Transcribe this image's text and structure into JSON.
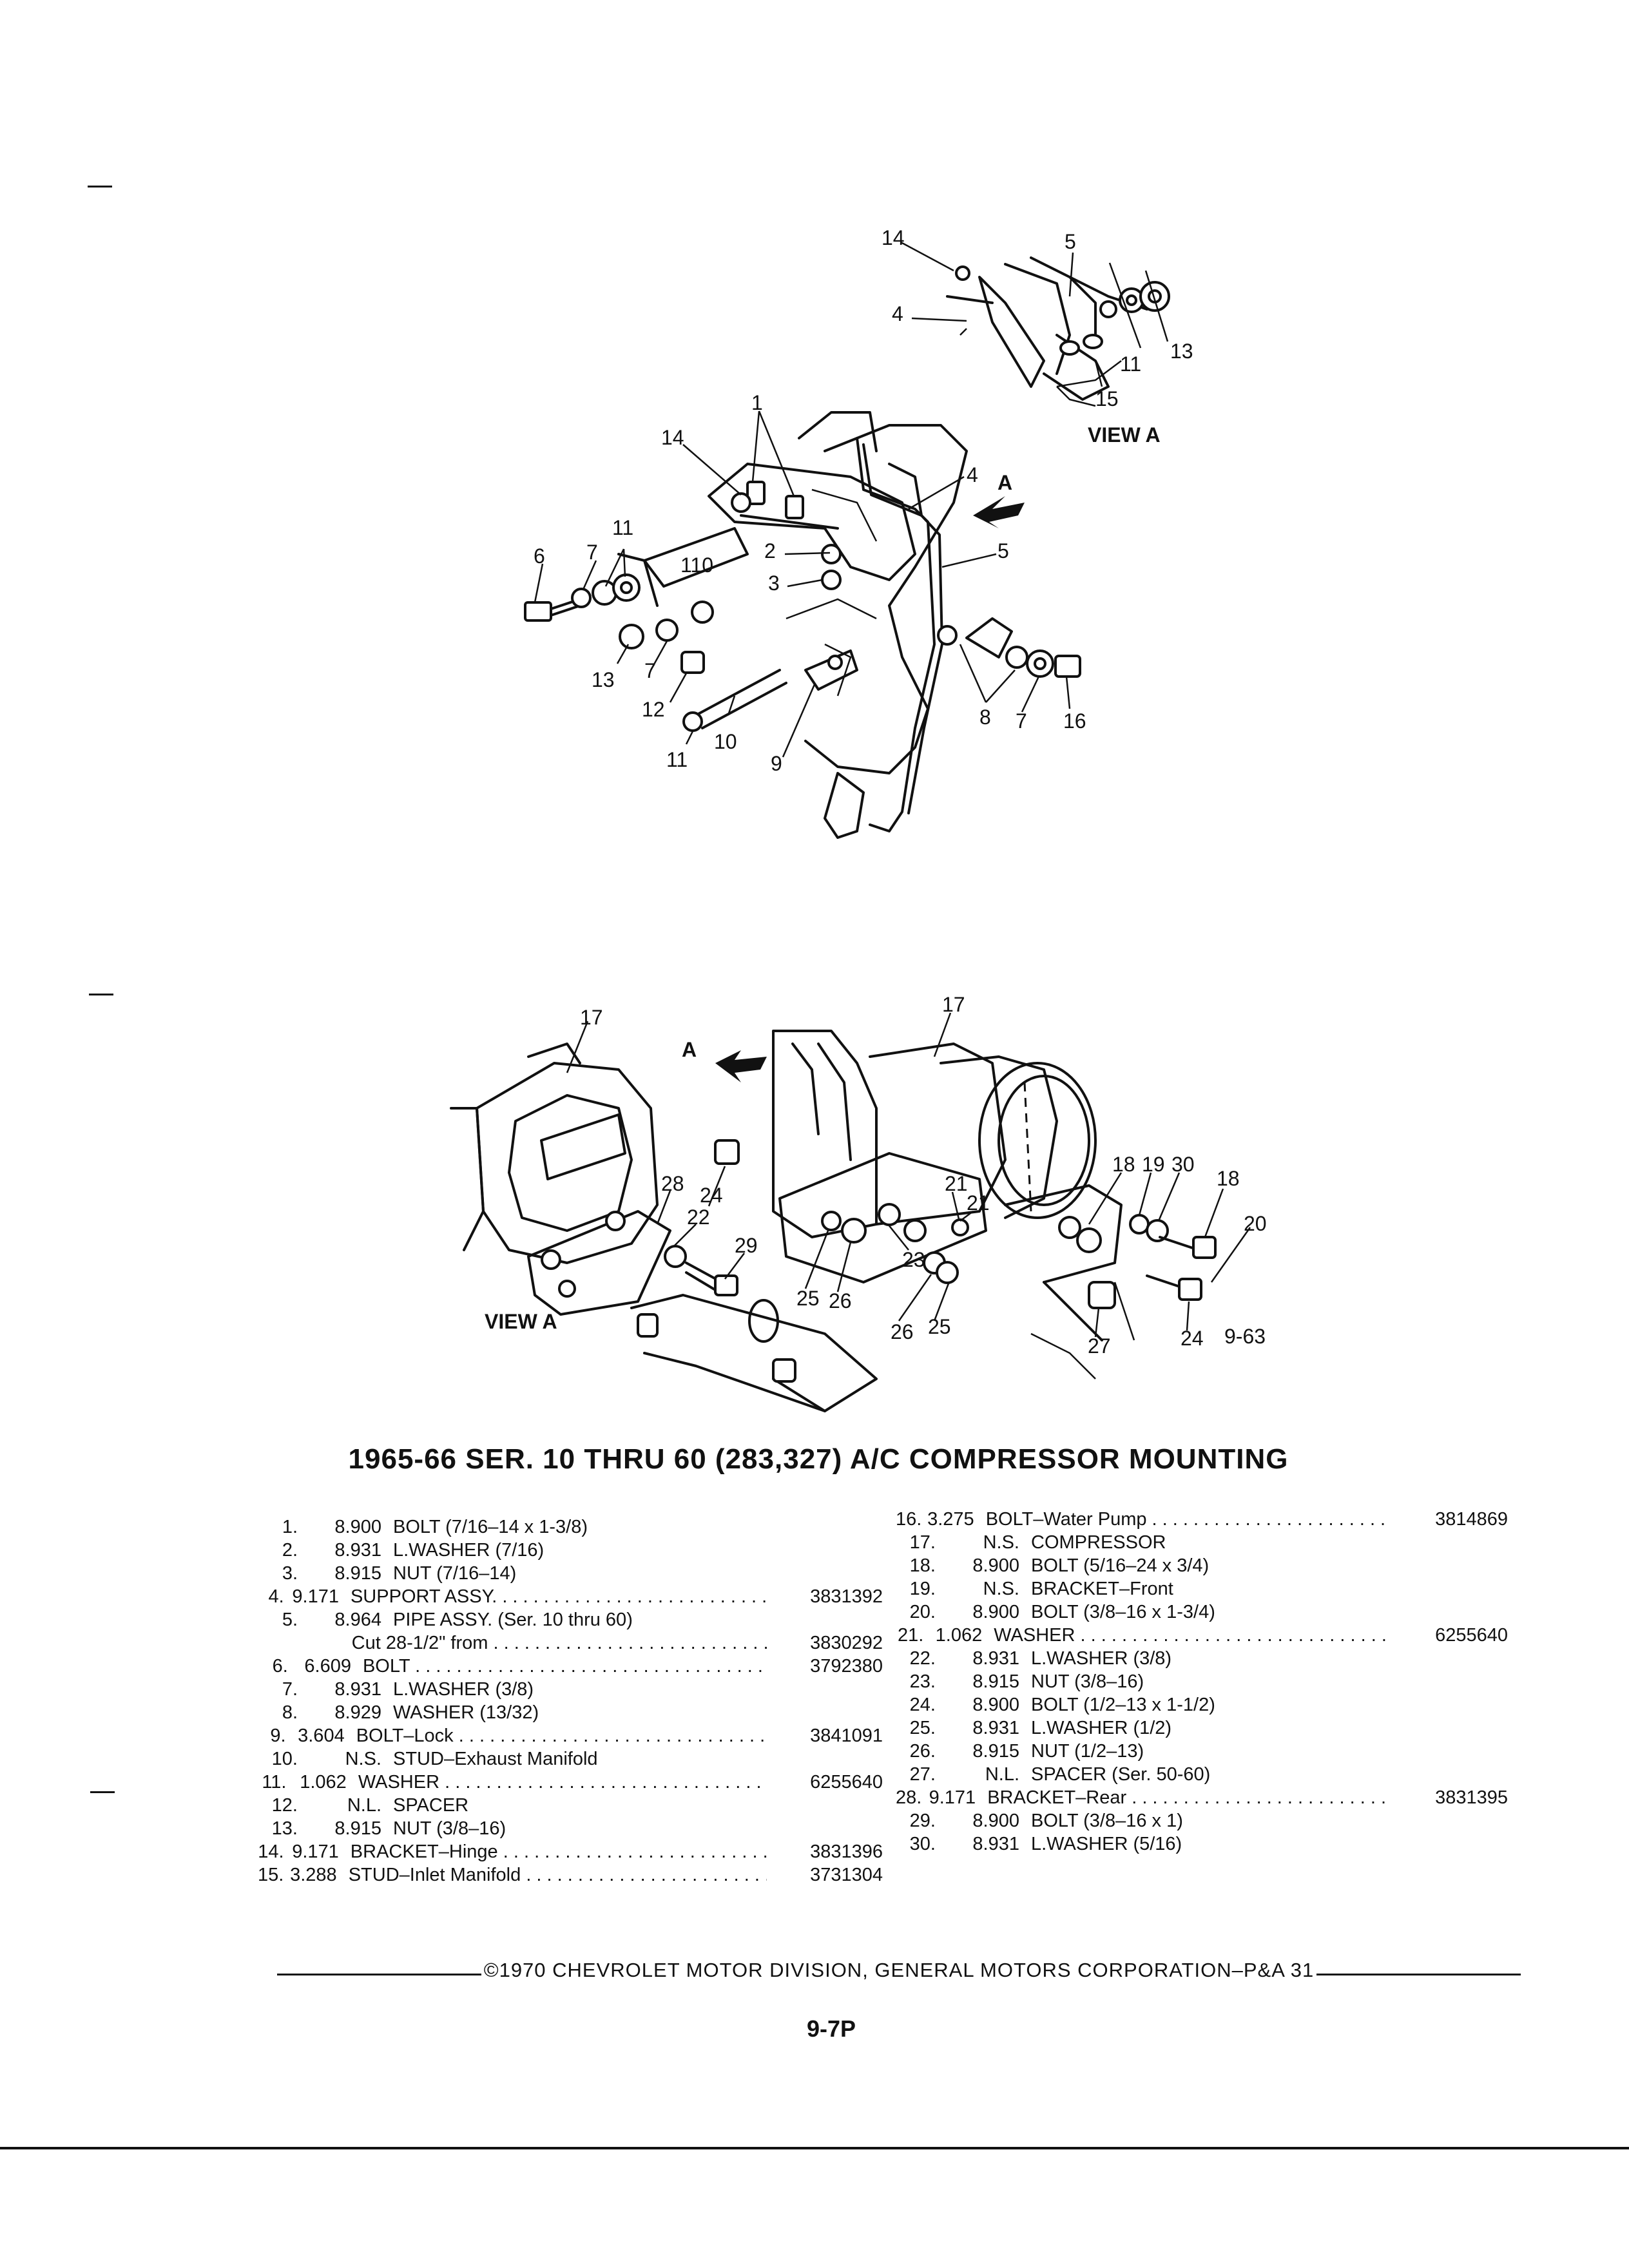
{
  "header": {
    "title": "1965-66 SER. 10 THRU 60 (283,327) A/C COMPRESSOR MOUNTING"
  },
  "figure": {
    "figure_id": "9-63",
    "view_labels": [
      "VIEW A",
      "VIEW A"
    ],
    "arrow_labels": [
      "A",
      "A"
    ],
    "callouts": {
      "view_top": [
        "14",
        "5",
        "4",
        "11",
        "13",
        "15"
      ],
      "engine": [
        "1",
        "14",
        "4",
        "5",
        "11",
        "6",
        "7",
        "110",
        "2",
        "3",
        "13",
        "7",
        "12",
        "11",
        "10",
        "9",
        "8",
        "7",
        "16"
      ],
      "compressor": [
        "17",
        "17",
        "24",
        "28",
        "22",
        "29",
        "25",
        "26",
        "26",
        "25",
        "23",
        "21",
        "21",
        "18",
        "19",
        "30",
        "18",
        "20",
        "27",
        "24"
      ]
    }
  },
  "parts_list": {
    "left": [
      {
        "num": "1.",
        "code": "8.900",
        "desc": "BOLT (7/16–14 x 1-3/8)",
        "pn": "",
        "dots": false
      },
      {
        "num": "2.",
        "code": "8.931",
        "desc": "L.WASHER (7/16)",
        "pn": "",
        "dots": false
      },
      {
        "num": "3.",
        "code": "8.915",
        "desc": "NUT (7/16–14)",
        "pn": "",
        "dots": false
      },
      {
        "num": "4.",
        "code": "9.171",
        "desc": "SUPPORT ASSY. ",
        "pn": "3831392",
        "dots": true
      },
      {
        "num": "5.",
        "code": "8.964",
        "desc": "PIPE ASSY. (Ser. 10 thru 60)",
        "pn": "",
        "dots": false,
        "cont": {
          "desc": "Cut 28-1/2\" from ",
          "pn": "3830292"
        }
      },
      {
        "num": "6.",
        "code": "6.609",
        "desc": "BOLT ",
        "pn": "3792380",
        "dots": true
      },
      {
        "num": "7.",
        "code": "8.931",
        "desc": "L.WASHER (3/8)",
        "pn": "",
        "dots": false
      },
      {
        "num": "8.",
        "code": "8.929",
        "desc": "WASHER (13/32)",
        "pn": "",
        "dots": false
      },
      {
        "num": "9.",
        "code": "3.604",
        "desc": "BOLT–Lock ",
        "pn": "3841091",
        "dots": true
      },
      {
        "num": "10.",
        "code": "N.S.",
        "desc": "STUD–Exhaust Manifold",
        "pn": "",
        "dots": false
      },
      {
        "num": "11.",
        "code": "1.062",
        "desc": "WASHER ",
        "pn": "6255640",
        "dots": true
      },
      {
        "num": "12.",
        "code": "N.L.",
        "desc": "SPACER",
        "pn": "",
        "dots": false
      },
      {
        "num": "13.",
        "code": "8.915",
        "desc": "NUT (3/8–16)",
        "pn": "",
        "dots": false
      },
      {
        "num": "14.",
        "code": "9.171",
        "desc": "BRACKET–Hinge ",
        "pn": "3831396",
        "dots": true
      },
      {
        "num": "15.",
        "code": "3.288",
        "desc": "STUD–Inlet Manifold ",
        "pn": "3731304",
        "dots": true
      }
    ],
    "right": [
      {
        "num": "16.",
        "code": "3.275",
        "desc": "BOLT–Water Pump ",
        "pn": "3814869",
        "dots": true
      },
      {
        "num": "17.",
        "code": "N.S.",
        "desc": "COMPRESSOR",
        "pn": "",
        "dots": false
      },
      {
        "num": "18.",
        "code": "8.900",
        "desc": "BOLT (5/16–24 x 3/4)",
        "pn": "",
        "dots": false
      },
      {
        "num": "19.",
        "code": "N.S.",
        "desc": "BRACKET–Front",
        "pn": "",
        "dots": false
      },
      {
        "num": "20.",
        "code": "8.900",
        "desc": "BOLT (3/8–16 x 1-3/4)",
        "pn": "",
        "dots": false
      },
      {
        "num": "21.",
        "code": "1.062",
        "desc": "WASHER ",
        "pn": "6255640",
        "dots": true
      },
      {
        "num": "22.",
        "code": "8.931",
        "desc": "L.WASHER (3/8)",
        "pn": "",
        "dots": false
      },
      {
        "num": "23.",
        "code": "8.915",
        "desc": "NUT (3/8–16)",
        "pn": "",
        "dots": false
      },
      {
        "num": "24.",
        "code": "8.900",
        "desc": "BOLT (1/2–13 x 1-1/2)",
        "pn": "",
        "dots": false
      },
      {
        "num": "25.",
        "code": "8.931",
        "desc": "L.WASHER (1/2)",
        "pn": "",
        "dots": false
      },
      {
        "num": "26.",
        "code": "8.915",
        "desc": "NUT (1/2–13)",
        "pn": "",
        "dots": false
      },
      {
        "num": "27.",
        "code": "N.L.",
        "desc": "SPACER (Ser. 50-60)",
        "pn": "",
        "dots": false
      },
      {
        "num": "28.",
        "code": "9.171",
        "desc": "BRACKET–Rear ",
        "pn": "3831395",
        "dots": true
      },
      {
        "num": "29.",
        "code": "8.900",
        "desc": "BOLT (3/8–16 x 1)",
        "pn": "",
        "dots": false
      },
      {
        "num": "30.",
        "code": "8.931",
        "desc": "L.WASHER (5/16)",
        "pn": "",
        "dots": false
      }
    ]
  },
  "footer": {
    "copyright": "©1970 CHEVROLET MOTOR DIVISION, GENERAL MOTORS CORPORATION–P&A 31",
    "page_number": "9-7P"
  }
}
